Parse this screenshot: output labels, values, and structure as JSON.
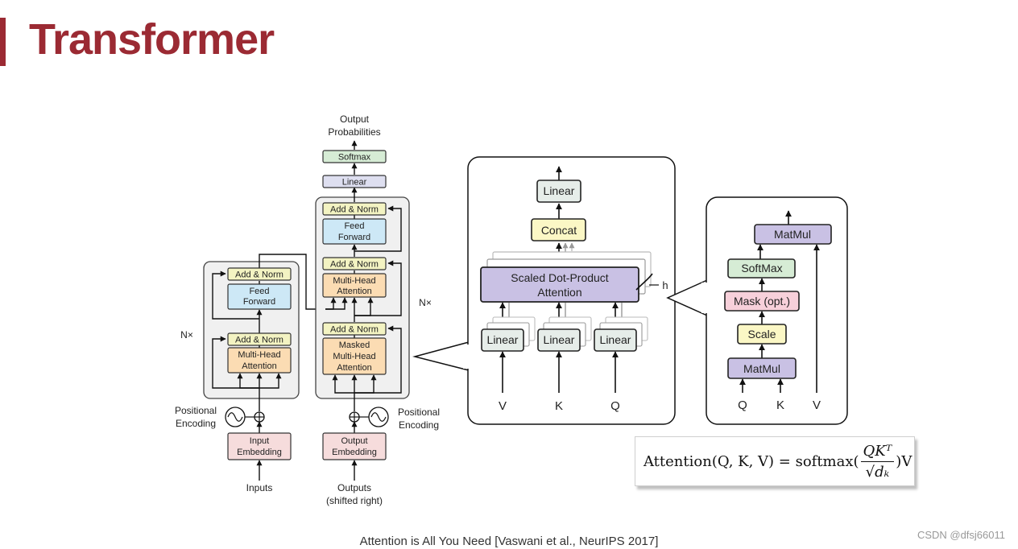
{
  "title": "Transformer",
  "encoder": {
    "nx": "N×",
    "add_norm_top": "Add & Norm",
    "feed_forward": [
      "Feed",
      "Forward"
    ],
    "add_norm_bottom": "Add & Norm",
    "attention": [
      "Multi-Head",
      "Attention"
    ],
    "positional": [
      "Positional",
      "Encoding"
    ],
    "embedding": [
      "Input",
      "Embedding"
    ],
    "inputs": "Inputs"
  },
  "decoder": {
    "output_probs": [
      "Output",
      "Probabilities"
    ],
    "softmax": "Softmax",
    "linear": "Linear",
    "add_norm_1": "Add & Norm",
    "feed_forward": [
      "Feed",
      "Forward"
    ],
    "add_norm_2": "Add & Norm",
    "mha": [
      "Multi-Head",
      "Attention"
    ],
    "nx": "N×",
    "add_norm_3": "Add & Norm",
    "masked": [
      "Masked",
      "Multi-Head",
      "Attention"
    ],
    "positional": [
      "Positional",
      "Encoding"
    ],
    "embedding": [
      "Output",
      "Embedding"
    ],
    "outputs": [
      "Outputs",
      "(shifted right)"
    ]
  },
  "mha_panel": {
    "linear_top": "Linear",
    "concat": "Concat",
    "sdpa": [
      "Scaled Dot-Product",
      "Attention"
    ],
    "h": "h",
    "linears": [
      "Linear",
      "Linear",
      "Linear"
    ],
    "inputs": [
      "V",
      "K",
      "Q"
    ]
  },
  "sdpa_panel": {
    "matmul_top": "MatMul",
    "softmax": "SoftMax",
    "mask": "Mask (opt.)",
    "scale": "Scale",
    "matmul_bottom": "MatMul",
    "inputs": [
      "Q",
      "K",
      "V"
    ]
  },
  "formula": {
    "lhs": "Attention(Q, K, V) = softmax(",
    "numerator": "QKᵀ",
    "denominator": "√dₖ",
    "rhs": ")V"
  },
  "citation": "Attention is All You Need [Vaswani et al., NeurIPS 2017]",
  "watermark": "CSDN @dfsj66011",
  "colors": {
    "title": "#9b2a33",
    "add_norm": "#f3f3c2",
    "feed_forward": "#cde8f6",
    "attention": "#fbdcb3",
    "embedding": "#f6dcdc",
    "softmax": "#d6ecd5",
    "linear": "#dedff0",
    "sdpa": "#c9c1e4",
    "concat": "#fbf7c5",
    "mask": "#f7d0da",
    "scale": "#fbf7c5",
    "matmul": "#c9c1e4",
    "linear_gray": "#e6ede9"
  }
}
